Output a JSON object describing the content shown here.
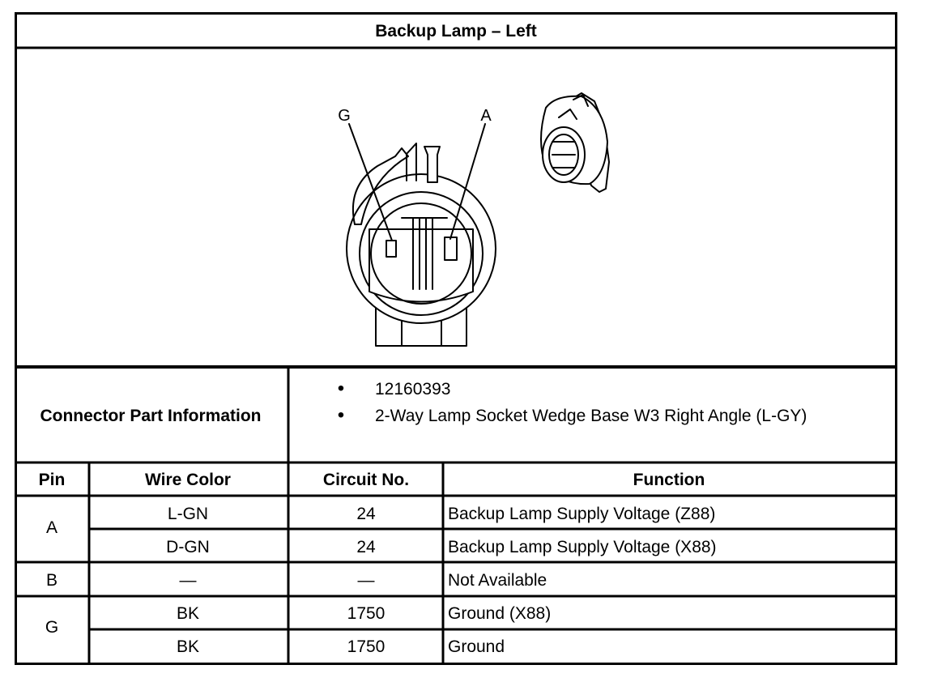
{
  "title": "Backup Lamp – Left",
  "figure": {
    "pin_labels": [
      "G",
      "A"
    ]
  },
  "connector_info": {
    "label": "Connector Part Information",
    "items": [
      "12160393",
      "2-Way Lamp Socket Wedge Base W3 Right Angle (L-GY)"
    ]
  },
  "table": {
    "headers": [
      "Pin",
      "Wire Color",
      "Circuit No.",
      "Function"
    ],
    "pins": [
      {
        "pin": "A",
        "rows": [
          {
            "wire_color": "L-GN",
            "circuit": "24",
            "function": "Backup Lamp Supply Voltage (Z88)"
          },
          {
            "wire_color": "D-GN",
            "circuit": "24",
            "function": "Backup Lamp Supply Voltage (X88)"
          }
        ]
      },
      {
        "pin": "B",
        "rows": [
          {
            "wire_color": "—",
            "circuit": "—",
            "function": "Not Available"
          }
        ]
      },
      {
        "pin": "G",
        "rows": [
          {
            "wire_color": "BK",
            "circuit": "1750",
            "function": "Ground (X88)"
          },
          {
            "wire_color": "BK",
            "circuit": "1750",
            "function": "Ground"
          }
        ]
      }
    ]
  }
}
